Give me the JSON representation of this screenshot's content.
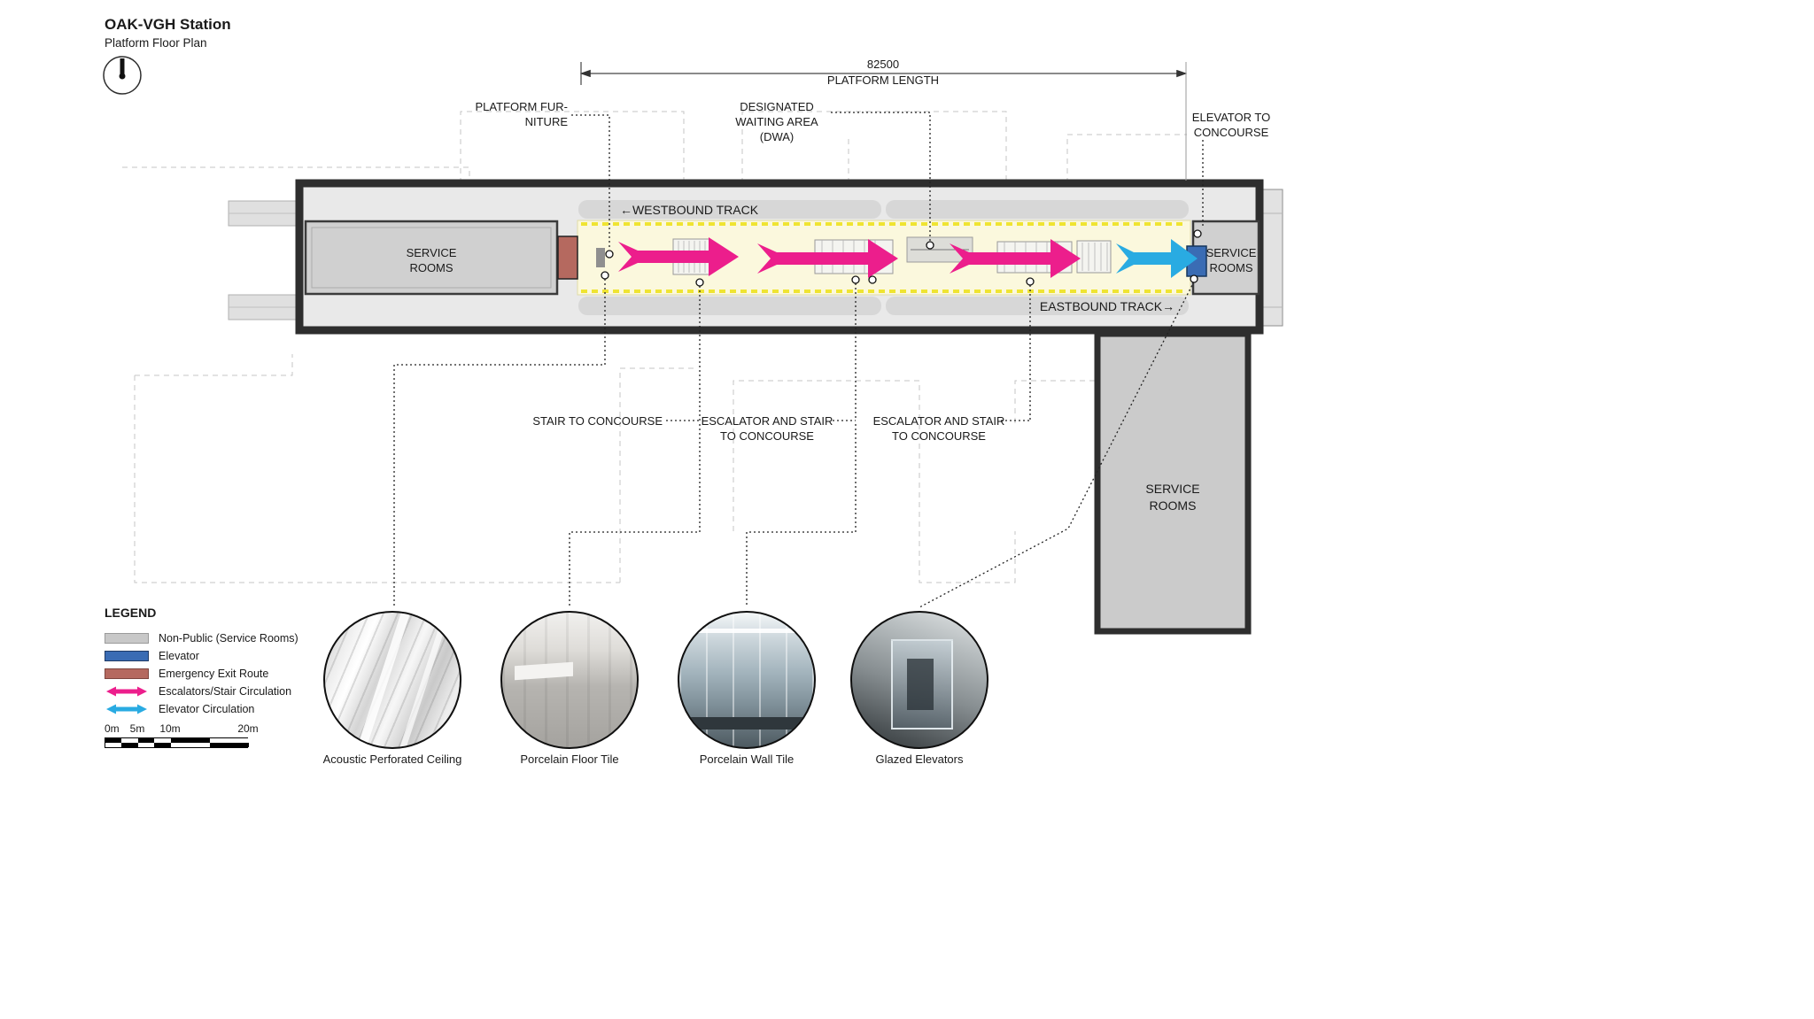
{
  "header": {
    "title": "OAK-VGH Station",
    "subtitle": "Platform Floor Plan"
  },
  "dimension": {
    "value": "82500",
    "label": "PLATFORM LENGTH"
  },
  "callouts": {
    "platform_furniture_1": "PLATFORM FUR-",
    "platform_furniture_2": "NITURE",
    "dwa_1": "DESIGNATED",
    "dwa_2": "WAITING AREA",
    "dwa_3": "(DWA)",
    "elevator_1": "ELEVATOR TO",
    "elevator_2": "CONCOURSE",
    "stair": "STAIR TO CONCOURSE",
    "escalator_1a": "ESCALATOR AND STAIR",
    "escalator_1b": "TO CONCOURSE",
    "escalator_2a": "ESCALATOR AND STAIR",
    "escalator_2b": "TO CONCOURSE"
  },
  "plan": {
    "westbound_track": "←WESTBOUND TRACK",
    "eastbound_track": "EASTBOUND TRACK→",
    "service_left_1": "SERVICE",
    "service_left_2": "ROOMS",
    "service_right_1": "SERVICE",
    "service_right_2": "ROOMS",
    "service_bottom_1": "SERVICE",
    "service_bottom_2": "ROOMS"
  },
  "legend": {
    "title": "LEGEND",
    "items": [
      {
        "label": "Non-Public (Service Rooms)",
        "color": "#C8C8C8"
      },
      {
        "label": "Elevator",
        "color": "#3A6CB4"
      },
      {
        "label": "Emergency Exit Route",
        "color": "#B5695F"
      },
      {
        "label": "Escalators/Stair Circulation",
        "color": "#EC1E8C"
      },
      {
        "label": "Elevator Circulation",
        "color": "#29ABE2"
      }
    ],
    "scale": {
      "labels": [
        "0m",
        "5m",
        "10m",
        "20m"
      ]
    }
  },
  "photos": [
    {
      "caption": "Acoustic Perforated Ceiling"
    },
    {
      "caption": "Porcelain Floor Tile"
    },
    {
      "caption": "Porcelain Wall Tile"
    },
    {
      "caption": "Glazed Elevators"
    }
  ],
  "colors": {
    "platform": "#FBF8DD",
    "tactile_edge": "#EFE431",
    "escalator_arrow": "#EC1E8C",
    "elevator_arrow": "#29ABE2",
    "elevator": "#3A6CB4",
    "emergency_exit": "#B5695F",
    "service_rooms": "#D0D0D0"
  }
}
